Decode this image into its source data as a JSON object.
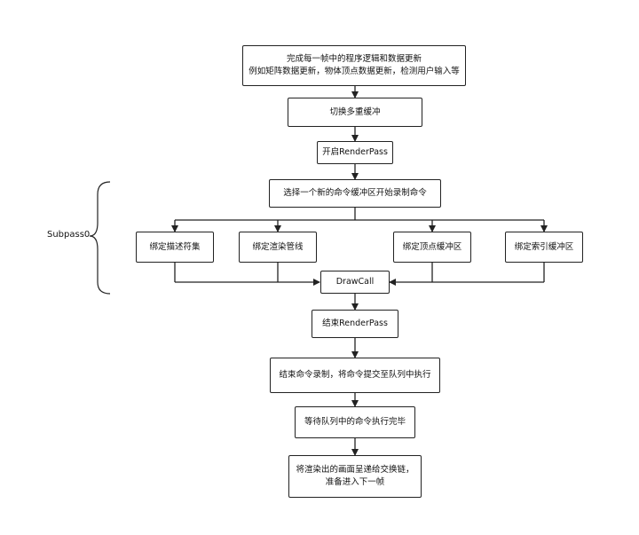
{
  "nodes": {
    "update": "完成每一帧中的程序逻辑和数据更新\n例如矩阵数据更新，物体顶点数据更新，检测用户输入等",
    "swap_buffer": "切换多重缓冲",
    "begin_renderpass": "开启RenderPass",
    "begin_record": "选择一个新的命令缓冲区开始录制命令",
    "bind_descriptor": "绑定描述符集",
    "bind_pipeline": "绑定渲染管线",
    "bind_vertex": "绑定顶点缓冲区",
    "bind_index": "绑定索引缓冲区",
    "drawcall": "DrawCall",
    "end_renderpass": "结束RenderPass",
    "end_record": "结束命令录制，将命令提交至队列中执行",
    "wait_queue": "等待队列中的命令执行完毕",
    "present": "将渲染出的画面呈递给交换链，\n准备进入下一帧"
  },
  "brace_label": "Subpass0"
}
